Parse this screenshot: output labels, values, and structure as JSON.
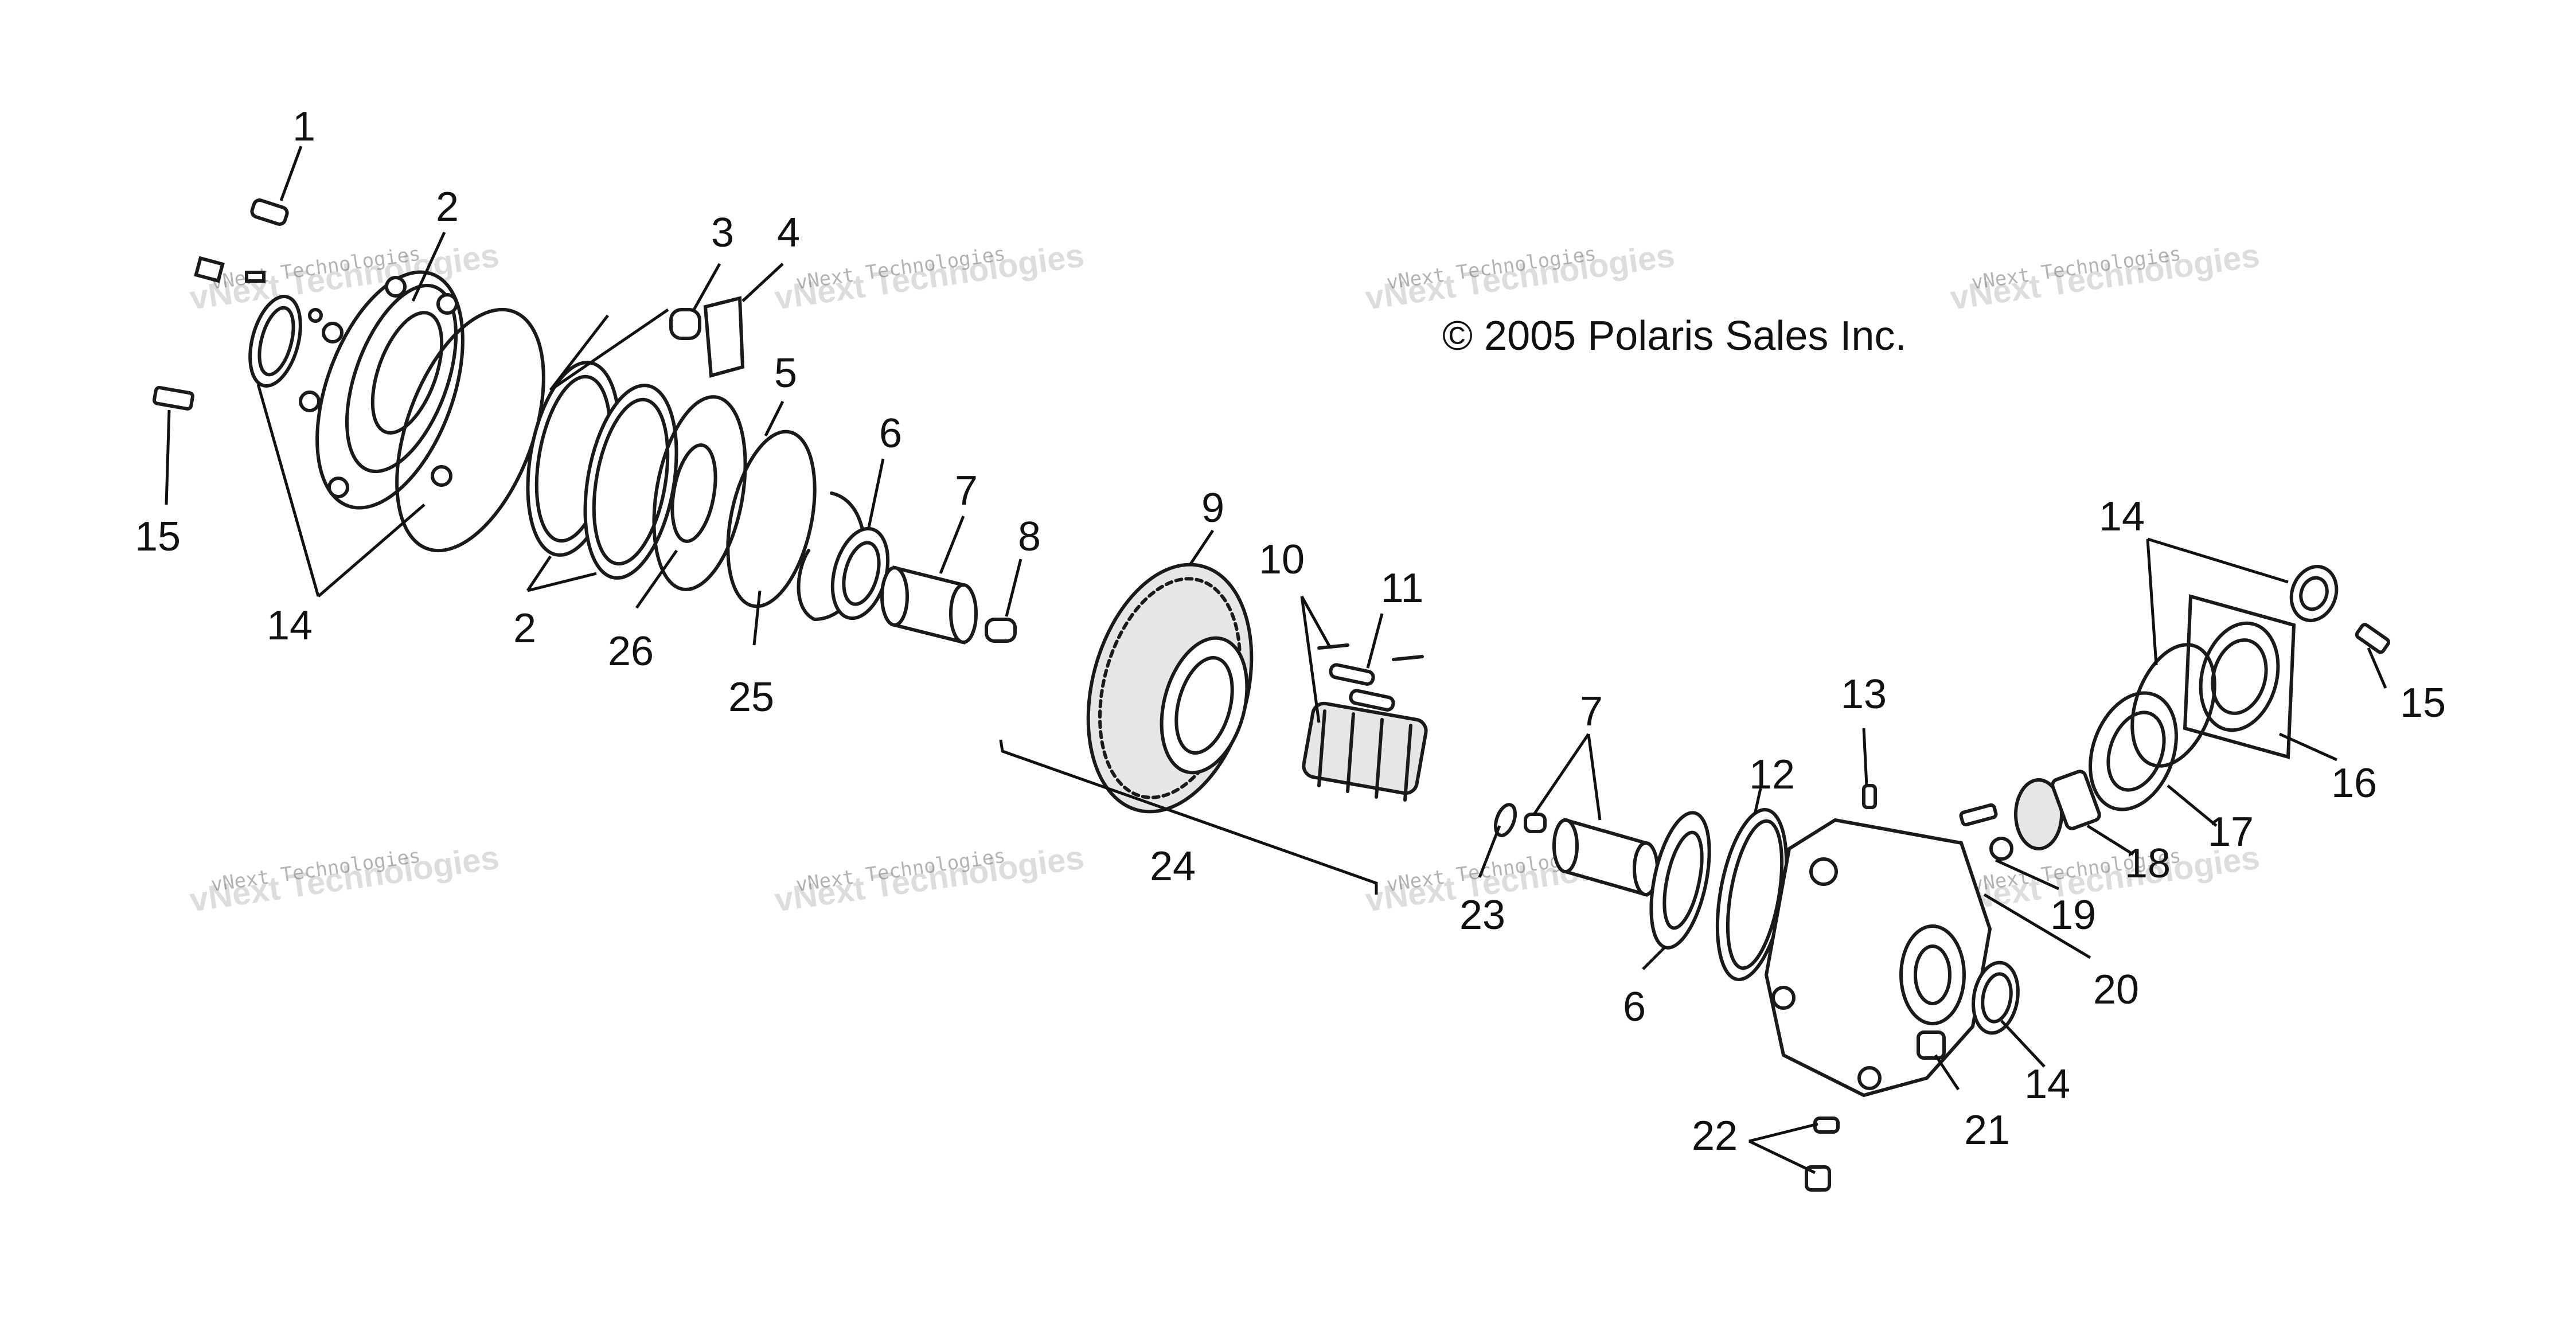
{
  "diagram": {
    "copyright": "© 2005 Polaris Sales Inc.",
    "watermark_line1": "vNext Technologies",
    "watermark_line2": "vNext Technologies"
  },
  "callouts": [
    {
      "id": "c1",
      "label": "1"
    },
    {
      "id": "c2a",
      "label": "2"
    },
    {
      "id": "c2b",
      "label": "2"
    },
    {
      "id": "c3",
      "label": "3"
    },
    {
      "id": "c4",
      "label": "4"
    },
    {
      "id": "c5",
      "label": "5"
    },
    {
      "id": "c6a",
      "label": "6"
    },
    {
      "id": "c6b",
      "label": "6"
    },
    {
      "id": "c7a",
      "label": "7"
    },
    {
      "id": "c7b",
      "label": "7"
    },
    {
      "id": "c8",
      "label": "8"
    },
    {
      "id": "c9",
      "label": "9"
    },
    {
      "id": "c10",
      "label": "10"
    },
    {
      "id": "c11",
      "label": "11"
    },
    {
      "id": "c12",
      "label": "12"
    },
    {
      "id": "c13",
      "label": "13"
    },
    {
      "id": "c14a",
      "label": "14"
    },
    {
      "id": "c14b",
      "label": "14"
    },
    {
      "id": "c14c",
      "label": "14"
    },
    {
      "id": "c15a",
      "label": "15"
    },
    {
      "id": "c15b",
      "label": "15"
    },
    {
      "id": "c16",
      "label": "16"
    },
    {
      "id": "c17",
      "label": "17"
    },
    {
      "id": "c18",
      "label": "18"
    },
    {
      "id": "c19",
      "label": "19"
    },
    {
      "id": "c20",
      "label": "20"
    },
    {
      "id": "c21",
      "label": "21"
    },
    {
      "id": "c22",
      "label": "22"
    },
    {
      "id": "c23",
      "label": "23"
    },
    {
      "id": "c24",
      "label": "24"
    },
    {
      "id": "c25",
      "label": "25"
    },
    {
      "id": "c26",
      "label": "26"
    }
  ]
}
